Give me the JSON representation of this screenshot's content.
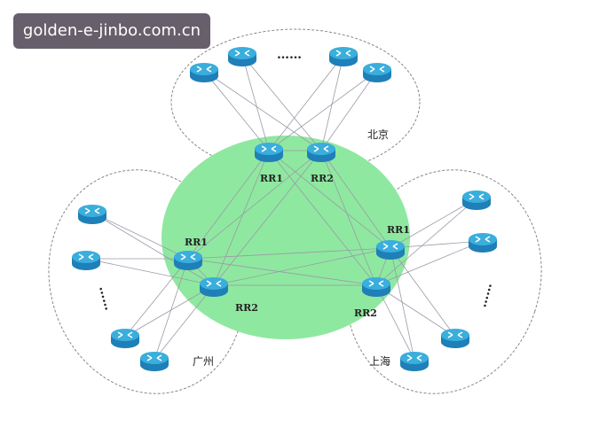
{
  "watermark": "golden-e-jinbo.com.cn",
  "cities": {
    "beijing": "北京",
    "guangzhou": "广州",
    "shanghai": "上海"
  },
  "labels": {
    "rr1": "RR1",
    "rr2": "RR2"
  },
  "ellipsis_h": "……",
  "ellipsis_v": "……",
  "colors": {
    "core": "#8fe8a0",
    "router_top": "#3aaedc",
    "router_side": "#1f7fb8",
    "link": "#9a9aa8"
  }
}
